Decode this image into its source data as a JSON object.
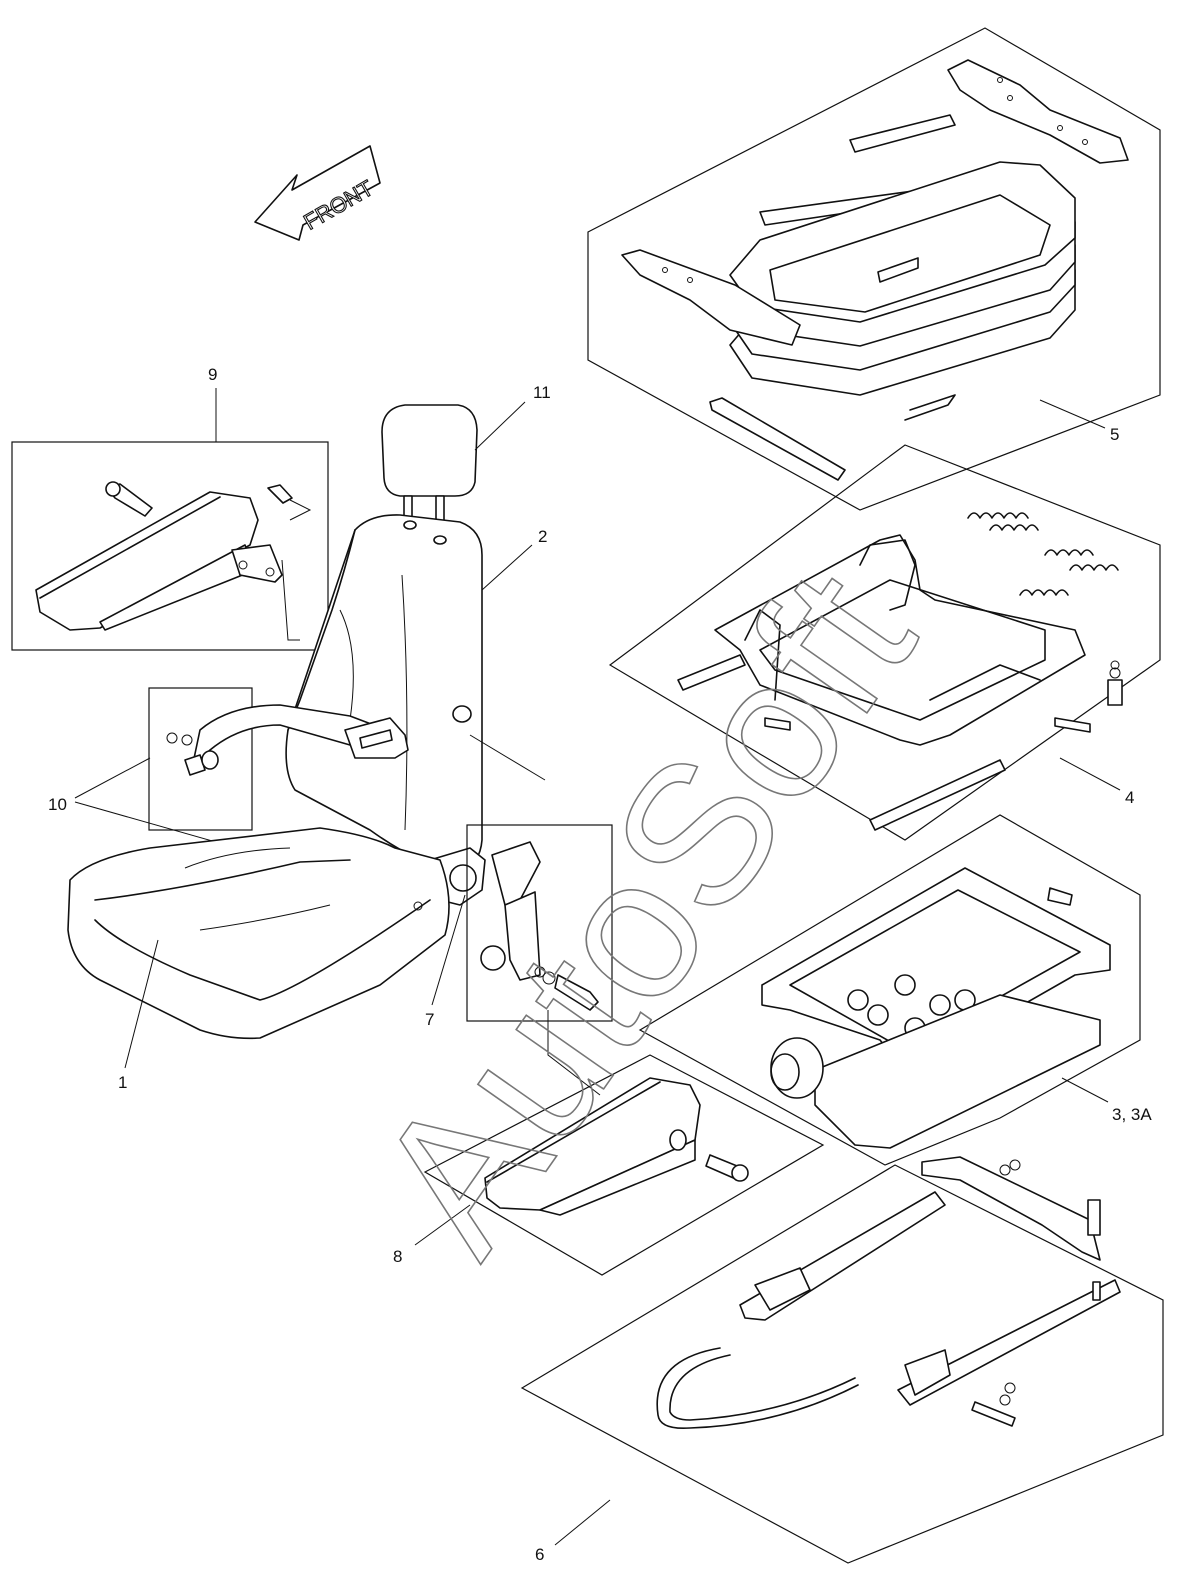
{
  "direction_arrow": {
    "text": "FRONT"
  },
  "watermark": {
    "text": "AutoSoft"
  },
  "callouts": [
    {
      "id": "label-1",
      "text": "1"
    },
    {
      "id": "label-2",
      "text": "2"
    },
    {
      "id": "label-3-3a",
      "text": "3, 3A"
    },
    {
      "id": "label-4",
      "text": "4"
    },
    {
      "id": "label-5",
      "text": "5"
    },
    {
      "id": "label-6",
      "text": "6"
    },
    {
      "id": "label-7",
      "text": "7"
    },
    {
      "id": "label-8",
      "text": "8"
    },
    {
      "id": "label-9",
      "text": "9"
    },
    {
      "id": "label-10",
      "text": "10"
    },
    {
      "id": "label-11",
      "text": "11"
    }
  ]
}
